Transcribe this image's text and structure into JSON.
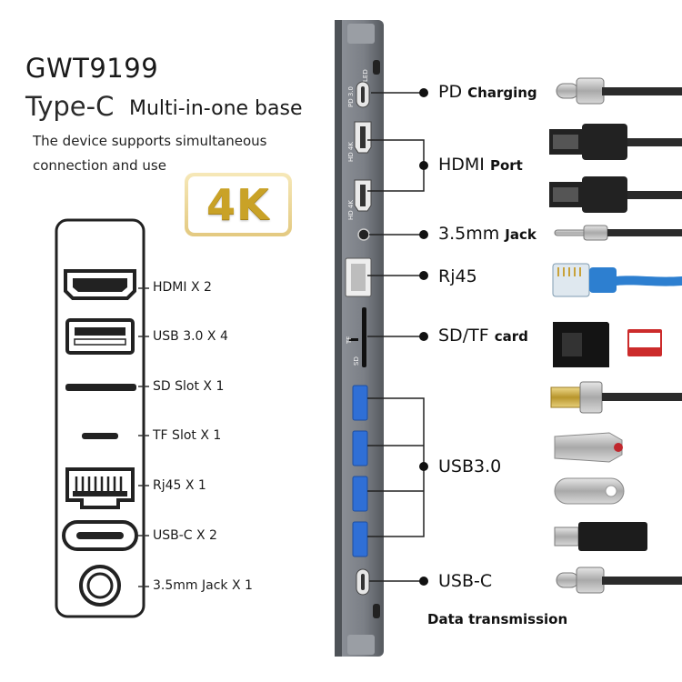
{
  "header": {
    "model": "GWT9199",
    "type": "Type-C",
    "subtitle": "Multi-in-one base",
    "description_line1": "The device supports simultaneous",
    "description_line2": "connection and use",
    "badge": "4K"
  },
  "port_summary": [
    {
      "label": "HDMI X 2",
      "icon": "hdmi-icon"
    },
    {
      "label": "USB 3.0 X 4",
      "icon": "usb-a-icon"
    },
    {
      "label": "SD Slot X 1",
      "icon": "sd-slot-icon"
    },
    {
      "label": "TF Slot X 1",
      "icon": "tf-slot-icon"
    },
    {
      "label": "Rj45 X 1",
      "icon": "rj45-icon"
    },
    {
      "label": "USB-C X 2",
      "icon": "usb-c-icon"
    },
    {
      "label": "3.5mm Jack X 1",
      "icon": "audio-jack-icon"
    }
  ],
  "hub_labels": {
    "pd": "PD 3.0",
    "led": "LED",
    "hdmi1": "HD 4K",
    "hdmi2": "HD 4K",
    "tf": "TF",
    "sd": "SD"
  },
  "callouts": {
    "pd": {
      "main": "PD",
      "bold": "Charging"
    },
    "hdmi": {
      "main": "HDMI",
      "bold": "Port"
    },
    "jack": {
      "main": "3.5mm",
      "bold": "Jack"
    },
    "rj45": {
      "main": "Rj45",
      "bold": ""
    },
    "sdtf": {
      "main": "SD/TF",
      "bold": "card"
    },
    "usb3": {
      "main": "USB3.0",
      "bold": ""
    },
    "usbc": {
      "main": "USB-C",
      "bold": ""
    }
  },
  "footer_note": "Data transmission",
  "colors": {
    "hub_body": "#7b7f86",
    "hub_edge": "#4e5257",
    "usb_blue": "#2f6fd6",
    "gold": "#c9a227",
    "rj45_cable": "#2d7fd0"
  }
}
